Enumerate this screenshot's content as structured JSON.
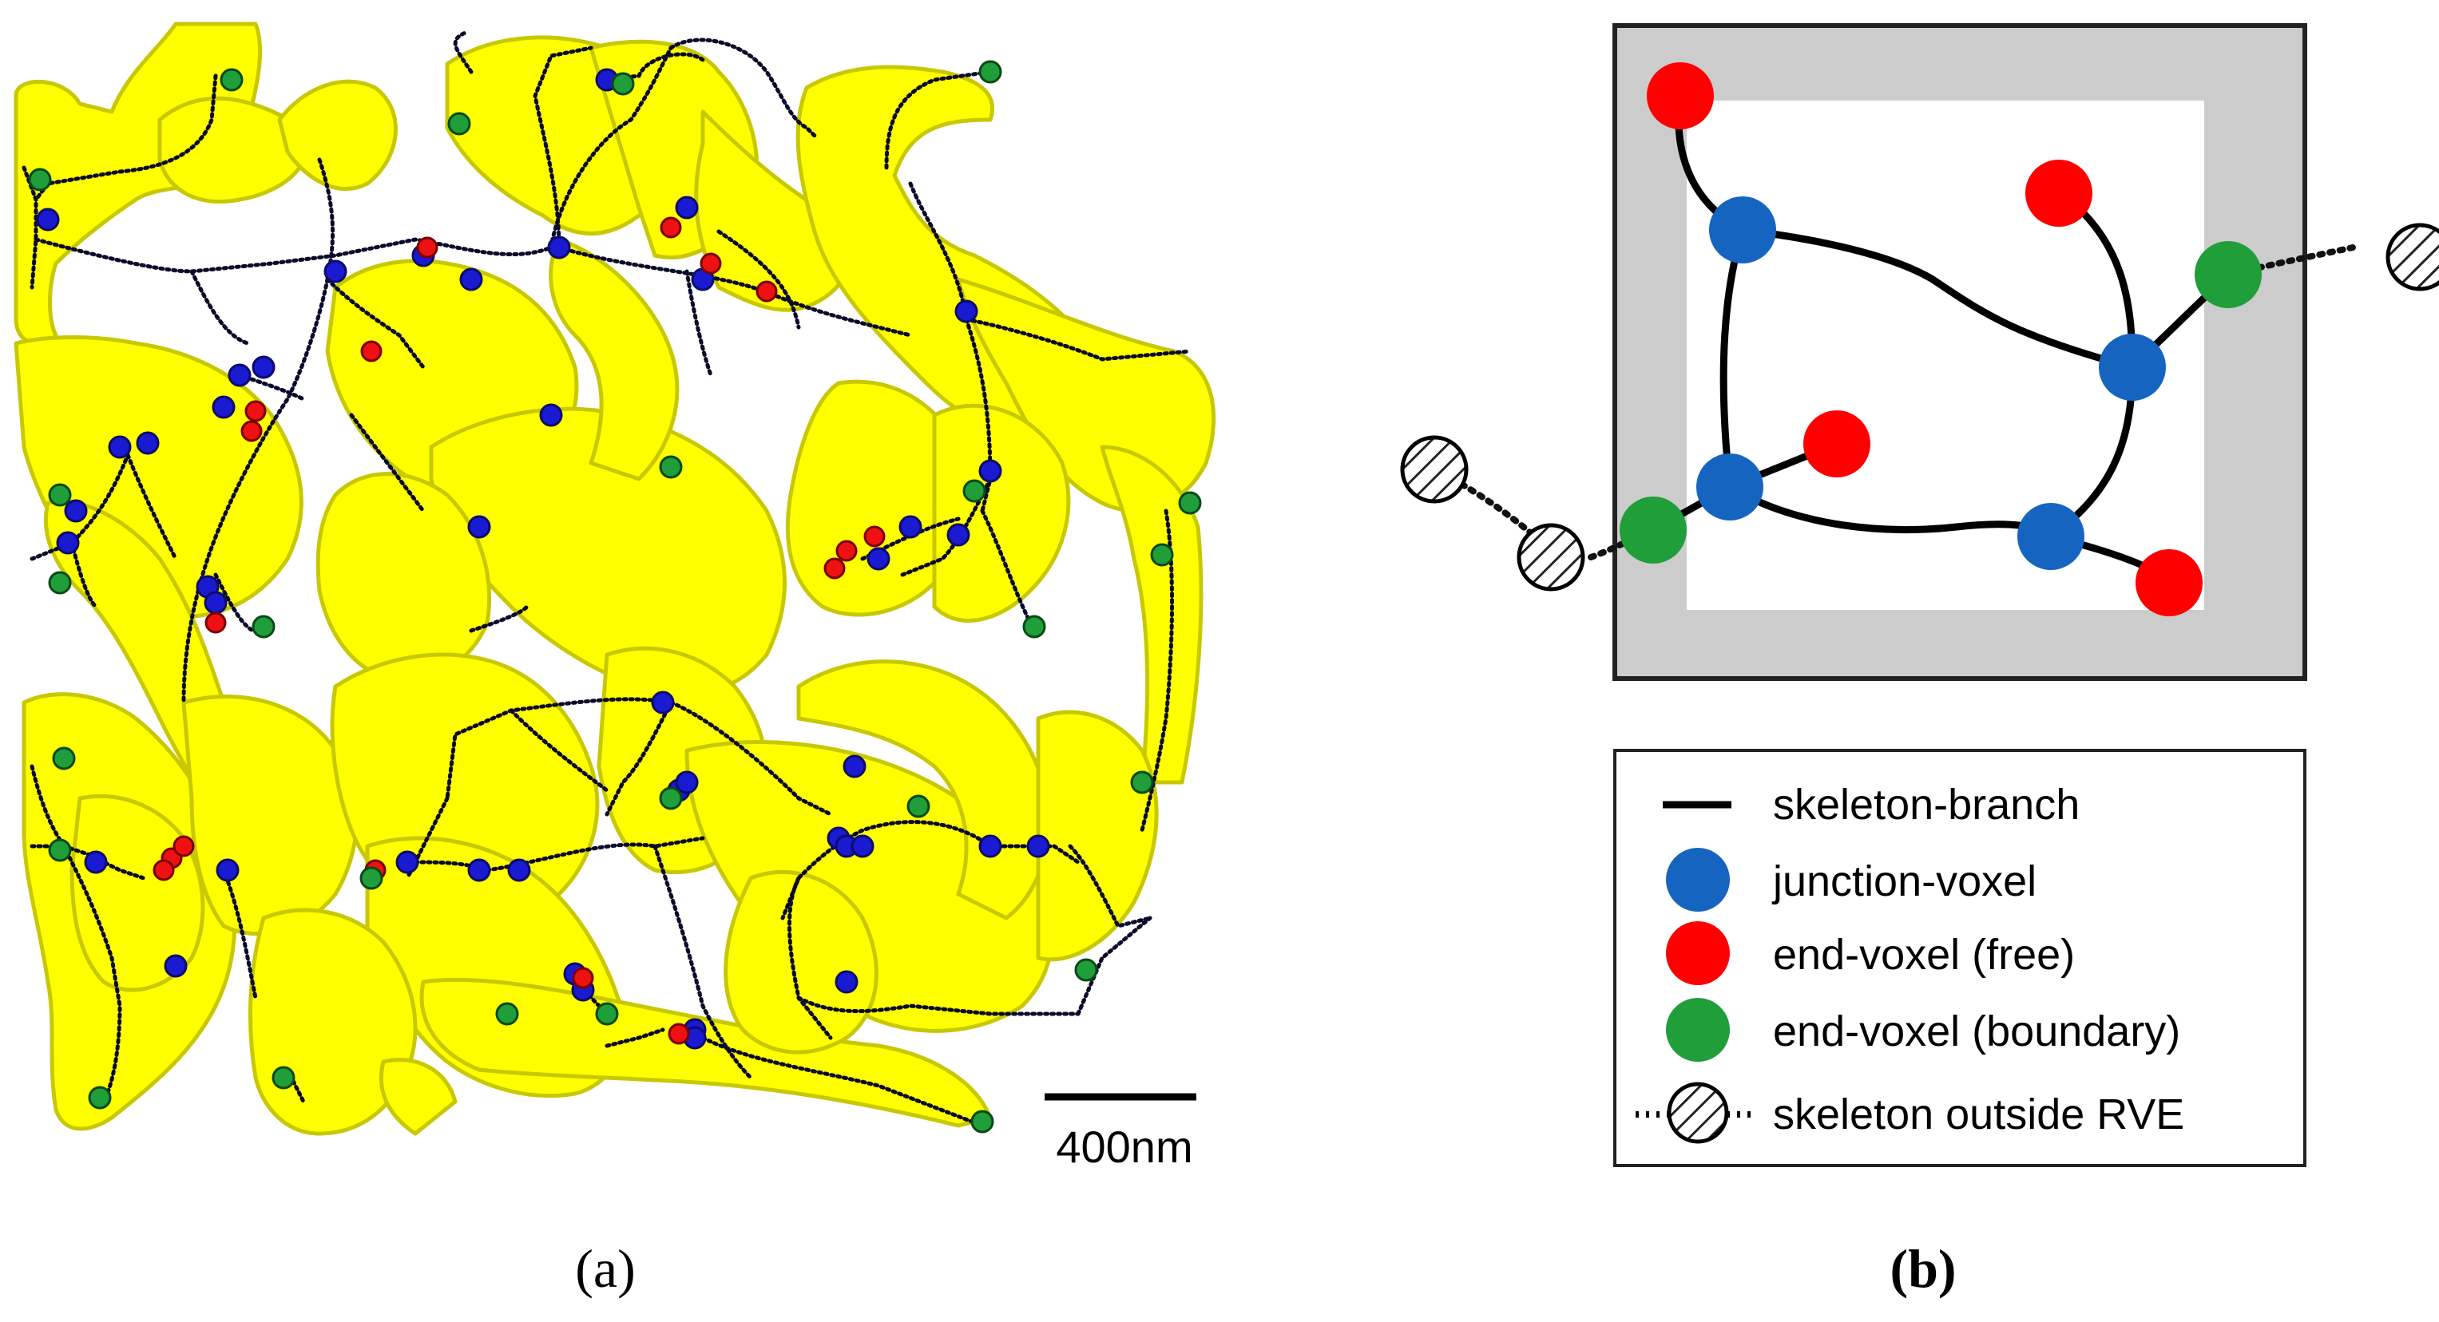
{
  "panels": {
    "a": {
      "label": "(a)",
      "scalebar": "400nm"
    },
    "b": {
      "label": "(b)"
    }
  },
  "legend": {
    "items": [
      {
        "key": "branch",
        "label": "skeleton-branch"
      },
      {
        "key": "junction",
        "label": "junction-voxel"
      },
      {
        "key": "free",
        "label": "end-voxel (free)"
      },
      {
        "key": "boundary",
        "label": "end-voxel (boundary)"
      },
      {
        "key": "outside",
        "label": "skeleton outside RVE"
      }
    ]
  },
  "colors": {
    "material": "#ffff00",
    "material_edge": "#c8c800",
    "junction": "#1565c0",
    "junction_a": "#1a1ad0",
    "end_free": "#ee1111",
    "end_boundary": "#1f9e3a",
    "skeleton": "#0a0a2a",
    "rve_border": "#cccccc"
  }
}
